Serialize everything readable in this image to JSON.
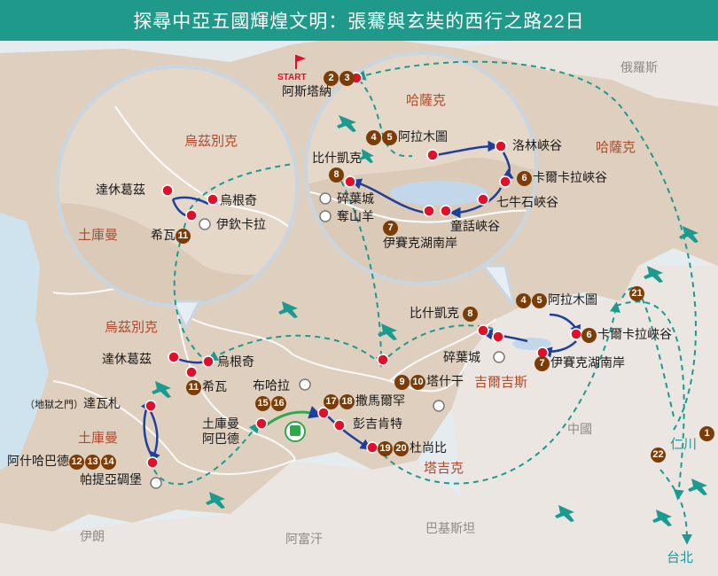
{
  "title": "探尋中亞五國輝煌文明：張騫與玄奘的西行之路22日",
  "countries": {
    "russia": "俄羅斯",
    "kazakhstan_main": "哈薩克",
    "kazakhstan_circle": "哈薩克",
    "uzbekistan_main": "烏茲別克",
    "uzbekistan_circle": "烏茲別克",
    "turkmenistan_main": "土庫曼",
    "turkmenistan_circle": "土庫曼",
    "kyrgyzstan": "吉爾吉斯",
    "tajikistan": "塔吉克",
    "china": "中國",
    "iran": "伊朗",
    "afghanistan": "阿富汗",
    "pakistan": "巴基斯坦"
  },
  "start_label": "START",
  "stops": {
    "astana": {
      "days": [
        "2",
        "3"
      ],
      "name": "阿斯塔納"
    },
    "almaty_c": {
      "days": [
        "4",
        "5"
      ],
      "name": "阿拉木圖"
    },
    "charyn_c": {
      "name": "洛林峽谷"
    },
    "karkara_c": {
      "days": [
        "6"
      ],
      "name": "卡爾卡拉峽谷"
    },
    "sevenbulls_c": {
      "name": "七牛石峽谷"
    },
    "fairytale_c": {
      "name": "童話峽谷"
    },
    "issykkul_c": {
      "days": [
        "7"
      ],
      "name": "伊賽克湖南岸"
    },
    "bishkek_c": {
      "days": [
        "8"
      ],
      "name": "比什凱克"
    },
    "suyab_c": {
      "name": "碎葉城"
    },
    "sheepsnatch_c": {
      "name": "奪山羊"
    },
    "dashoguz_c": {
      "name": "達休葛茲"
    },
    "urgench_c": {
      "name": "烏根奇"
    },
    "khiva_c": {
      "days": [
        "11"
      ],
      "name": "希瓦"
    },
    "ichankala_c": {
      "name": "伊欽卡拉"
    },
    "almaty": {
      "days": [
        "4",
        "5"
      ],
      "name": "阿拉木圖"
    },
    "karkara": {
      "days": [
        "6"
      ],
      "name": "卡爾卡拉峽谷"
    },
    "bishkek": {
      "days": [
        "8"
      ],
      "name": "比什凱克"
    },
    "issykkul": {
      "days": [
        "7"
      ],
      "name": "伊賽克湖南岸"
    },
    "suyab": {
      "name": "碎葉城"
    },
    "tashkent": {
      "days": [
        "9",
        "10"
      ],
      "name": "塔什干"
    },
    "samarkand": {
      "days": [
        "17",
        "18"
      ],
      "name": "撒馬爾罕"
    },
    "penjikent": {
      "name": "彭吉肯特"
    },
    "dushanbe": {
      "days": [
        "19",
        "20"
      ],
      "name": "杜尚比"
    },
    "bukhara": {
      "days": [
        "15",
        "16"
      ],
      "name": "布哈拉"
    },
    "turkmenabat": {
      "name": "土庫曼\n阿巴德"
    },
    "dashoguz": {
      "name": "達休葛茲"
    },
    "urgench": {
      "name": "烏根奇"
    },
    "khiva": {
      "days": [
        "11"
      ],
      "name": "希瓦"
    },
    "darvaza": {
      "note": "（地獄之門）",
      "name": "達瓦札"
    },
    "ashgabat": {
      "days": [
        "12",
        "13",
        "14"
      ],
      "name": "阿什哈巴德"
    },
    "parthia": {
      "name": "帕提亞碉堡"
    },
    "renchuan": {
      "days": [
        "1"
      ],
      "name": "仁川"
    },
    "renchuan_return": {
      "days": [
        "22"
      ]
    },
    "almaty_return": {
      "days": [
        "21"
      ]
    },
    "taipei": {
      "name": "台北"
    }
  },
  "colors": {
    "title_bg": "#1f9a8a",
    "route_dashed": "#1b9b8f",
    "route_blue": "#1f3f9c",
    "land": "#dccab8",
    "water": "#cfe3ee",
    "stop_red": "#e0102a",
    "day_badge": "#7a3d08",
    "country_label": "#b04a2b"
  }
}
